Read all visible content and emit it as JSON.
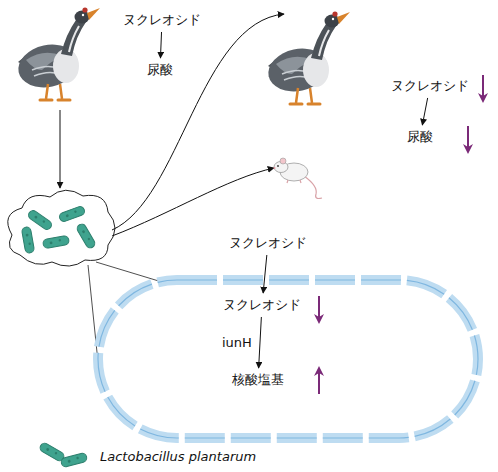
{
  "diagram": {
    "nodes": [
      {
        "text": [
          "ヌクレオシド"
        ]
      },
      {
        "text": [
          "尿酸"
        ]
      },
      {
        "text": [
          "ヌクレオシド"
        ]
      },
      {
        "text": [
          "尿酸"
        ]
      },
      {
        "text": [
          "ヌクレオシド"
        ]
      },
      {
        "text": [
          "ヌクレオシド"
        ]
      },
      {
        "text": [
          "核酸塩基"
        ]
      }
    ],
    "edges": [
      {
        "from": 0,
        "to": 1,
        "arrow": "to"
      },
      {
        "from": 2,
        "to": 3,
        "arrow": "to"
      },
      {
        "from": 4,
        "to": 5,
        "arrow": "to"
      },
      {
        "from": 5,
        "to": 6,
        "label": "iunH",
        "arrow": "to"
      }
    ],
    "legend": [
      {
        "text": "Lactobacillus plantarum"
      }
    ]
  }
}
